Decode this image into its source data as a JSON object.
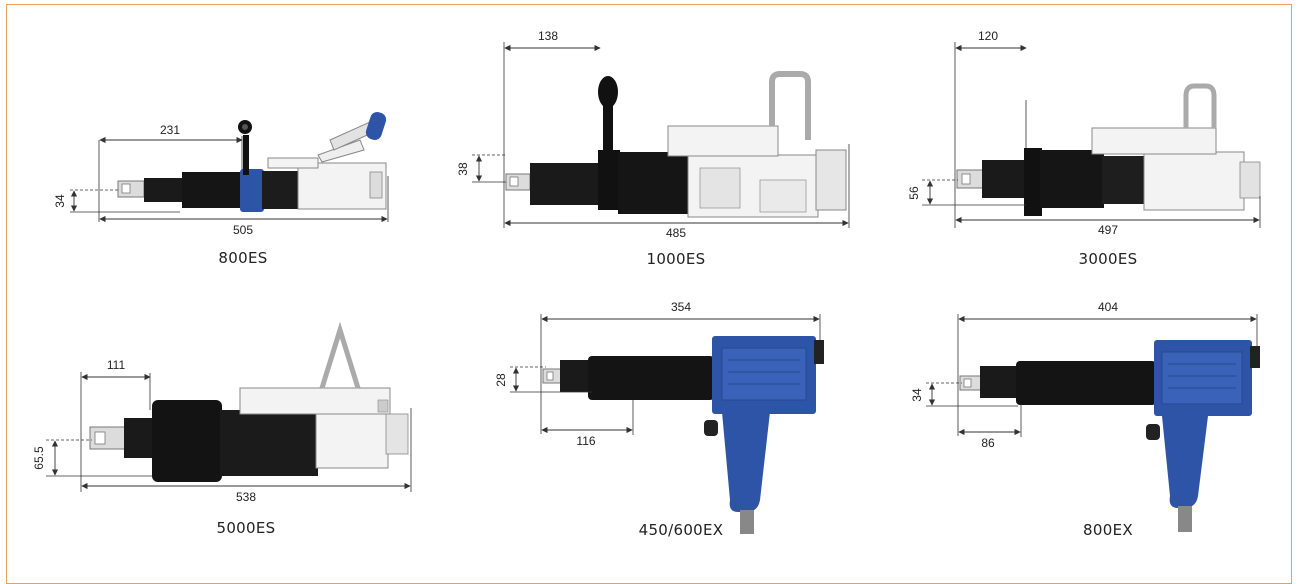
{
  "colors": {
    "frame": "#e8a060",
    "blue": "#2e54a8",
    "black": "#141414",
    "white": "#f6f6f6",
    "line": "#333333"
  },
  "tools": [
    {
      "model": "800ES",
      "length": "505",
      "height": "34",
      "offset": "231",
      "variant": "es-small"
    },
    {
      "model": "1000ES",
      "length": "485",
      "height": "38",
      "offset": "138",
      "variant": "es-arm"
    },
    {
      "model": "3000ES",
      "length": "497",
      "height": "56",
      "offset": "120",
      "variant": "es-flange"
    },
    {
      "model": "5000ES",
      "length": "538",
      "height": "65.5",
      "offset": "111",
      "variant": "es-large"
    },
    {
      "model": "450/600EX",
      "length": "354",
      "height": "28",
      "offset": "116",
      "variant": "ex-gun"
    },
    {
      "model": "800EX",
      "length": "404",
      "height": "34",
      "offset": "86",
      "variant": "ex-gun"
    }
  ]
}
